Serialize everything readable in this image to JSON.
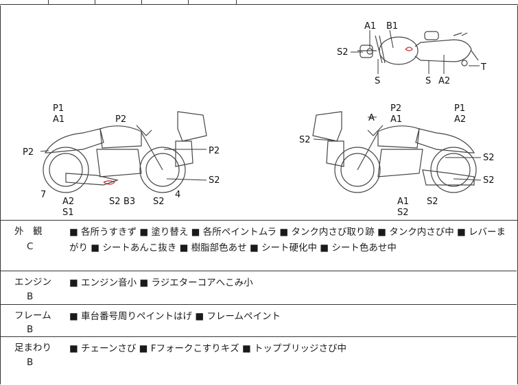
{
  "diagram": {
    "top_view_labels": {
      "a1": "A1",
      "b1": "B1",
      "s2": "S2",
      "s_front": "S",
      "s_mid": "S",
      "a2": "A2",
      "t": "T"
    },
    "left_view_labels": {
      "p1": "P1",
      "a1": "A1",
      "p2_tank": "P2",
      "p2_rear": "P2",
      "p2_front": "P2",
      "s2_right": "S2",
      "seven": "7",
      "four": "4",
      "a2": "A2",
      "s1": "S1",
      "s2b3": "S2",
      "b3": "B3",
      "s2_bottom": "S2"
    },
    "right_view_labels": {
      "a": "A",
      "p2": "P2",
      "a1": "A1",
      "p1": "P1",
      "a2": "A2",
      "s2_left": "S2",
      "s2_r1": "S2",
      "s2_r2": "S2",
      "a1_bottom": "A1",
      "s2_bottom": "S2",
      "s2_b2": "S2"
    }
  },
  "rows": [
    {
      "category": "外　観",
      "grade": "C",
      "notes": "■ 各所うすきず ■ 塗り替え ■ 各所ペイントムラ ■ タンク内さび取り跡 ■ タンク内さび中 ■ レバーまがり ■ シートあんこ抜き ■ 樹脂部色あせ ■ シート硬化中 ■ シート色あせ中"
    },
    {
      "category": "エンジン",
      "grade": "B",
      "notes": "■ エンジン音小 ■ ラジエターコアへこみ小"
    },
    {
      "category": "フレーム",
      "grade": "B",
      "notes": "■ 車台番号周りペイントはげ ■ フレームペイント"
    },
    {
      "category": "足まわり",
      "grade": "B",
      "notes": "■ チェーンさび ■ Fフォークこすりキズ ■ トップブリッジさび中"
    }
  ]
}
